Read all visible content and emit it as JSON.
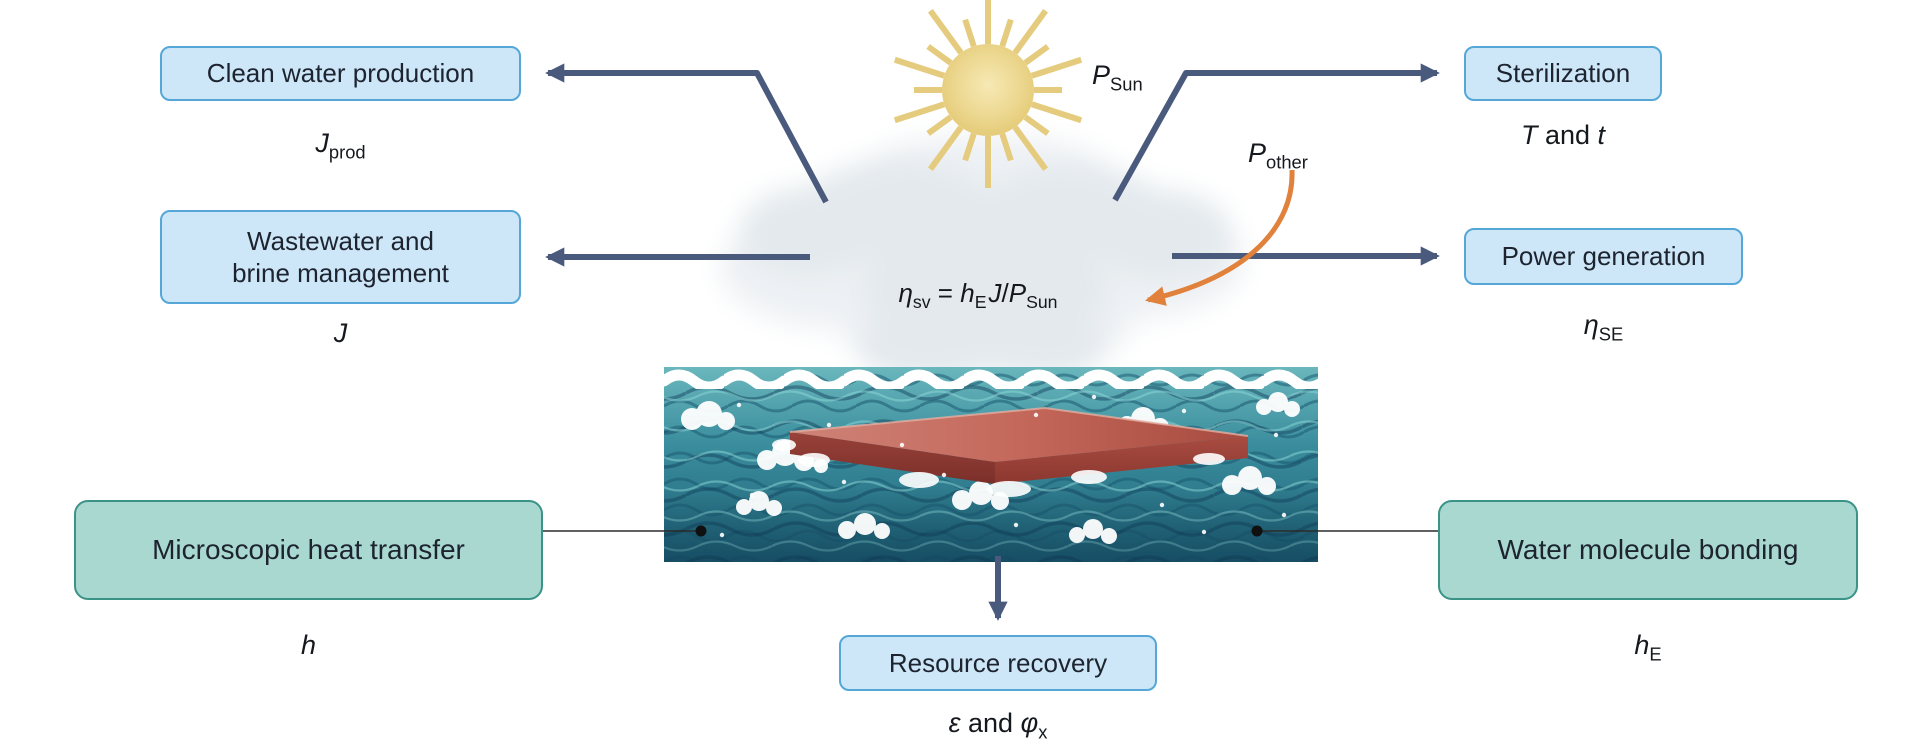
{
  "boxes": {
    "clean_water": {
      "label": "Clean water production"
    },
    "wastewater": {
      "line1": "Wastewater and",
      "line2": "brine management"
    },
    "sterilization": {
      "label": "Sterilization"
    },
    "power_generation": {
      "label": "Power generation"
    },
    "heat_transfer": {
      "label": "Microscopic heat transfer"
    },
    "water_bonding": {
      "label": "Water molecule bonding"
    },
    "resource_recovery": {
      "label": "Resource recovery"
    }
  },
  "math": {
    "p_sun": {
      "base": "P",
      "sub": "Sun"
    },
    "p_other": {
      "base": "P",
      "sub": "other"
    },
    "equation": {
      "eta": "η",
      "eta_sub": "sv",
      "equals": " = ",
      "h": "h",
      "h_sub": "E",
      "J": "J",
      "slash": "/",
      "P": "P",
      "P_sub": "Sun"
    },
    "j_prod": {
      "base": "J",
      "sub": "prod"
    },
    "j": {
      "base": "J"
    },
    "t_and_t": {
      "first": "T",
      "mid": " and ",
      "second": "t"
    },
    "eta_se": {
      "base": "η",
      "sub": "SE"
    },
    "h": {
      "base": "h"
    },
    "h_e": {
      "base": "h",
      "sub": "E"
    },
    "eps_phi": {
      "eps": "ε",
      "mid": " and ",
      "phi": "φ",
      "phi_sub": "x"
    }
  },
  "colors": {
    "box_blue_fill": "#cde7f8",
    "box_blue_border": "#55a7d8",
    "box_teal_fill": "#a9d8d0",
    "box_teal_border": "#3b9388",
    "arrow_dark": "#4a5a7d",
    "arrow_orange": "#e0813c",
    "sun_gold": "#e5cb7d",
    "water_teal": "#35889a",
    "evaporator_red": "#b05a50",
    "cloud_gray": "#e5eaee",
    "text_dark": "#1d2430"
  }
}
